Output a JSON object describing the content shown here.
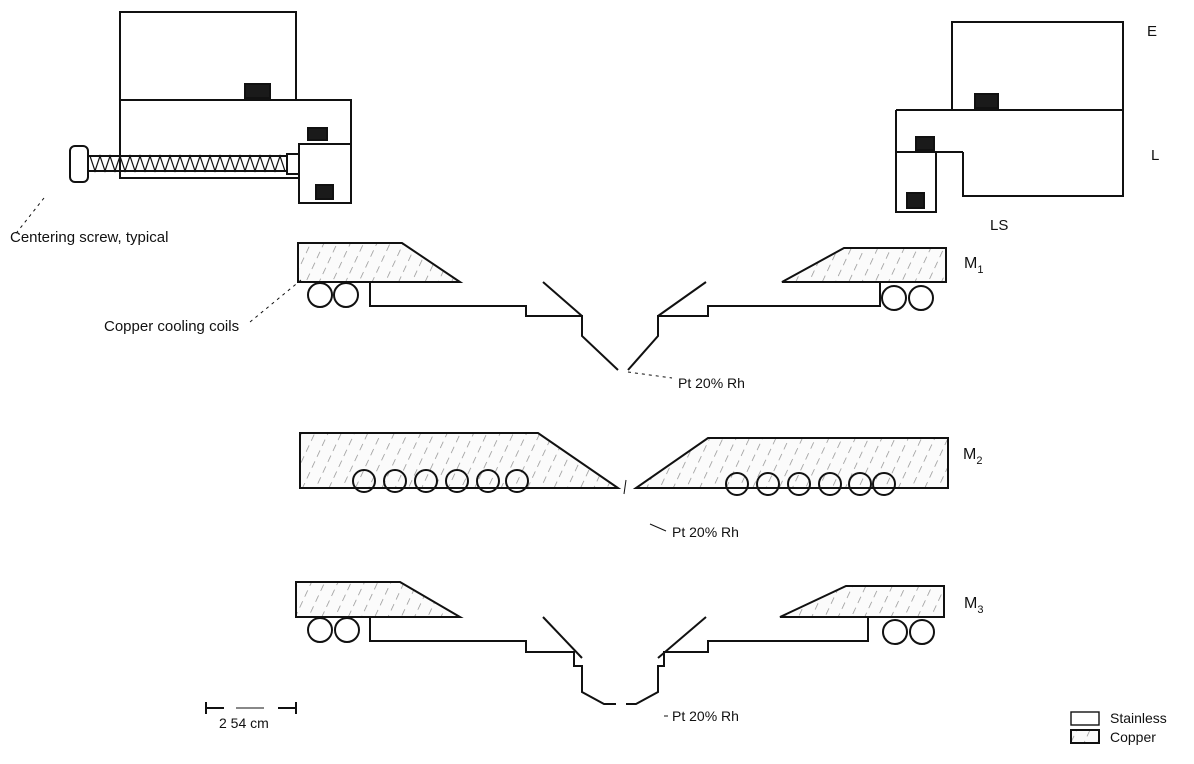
{
  "labels": {
    "centering_screw": "Centering screw, typical",
    "cooling_coils": "Copper cooling coils",
    "electrode_E": "E",
    "electrode_L": "L",
    "electrode_LS": "LS",
    "m1": "M",
    "m1_sub": "1",
    "m2": "M",
    "m2_sub": "2",
    "m3": "M",
    "m3_sub": "3",
    "tip_m1": "Pt 20% Rh",
    "tip_m2": "Pt 20% Rh",
    "tip_m3": "Pt 20% Rh",
    "scale": "2 54 cm"
  },
  "legend": {
    "stainless": "Stainless",
    "copper": "Copper"
  },
  "colors": {
    "line": "#111111",
    "block": "#1a1a1a",
    "copper_hatch": "#9a9a9a",
    "background": "#ffffff"
  }
}
